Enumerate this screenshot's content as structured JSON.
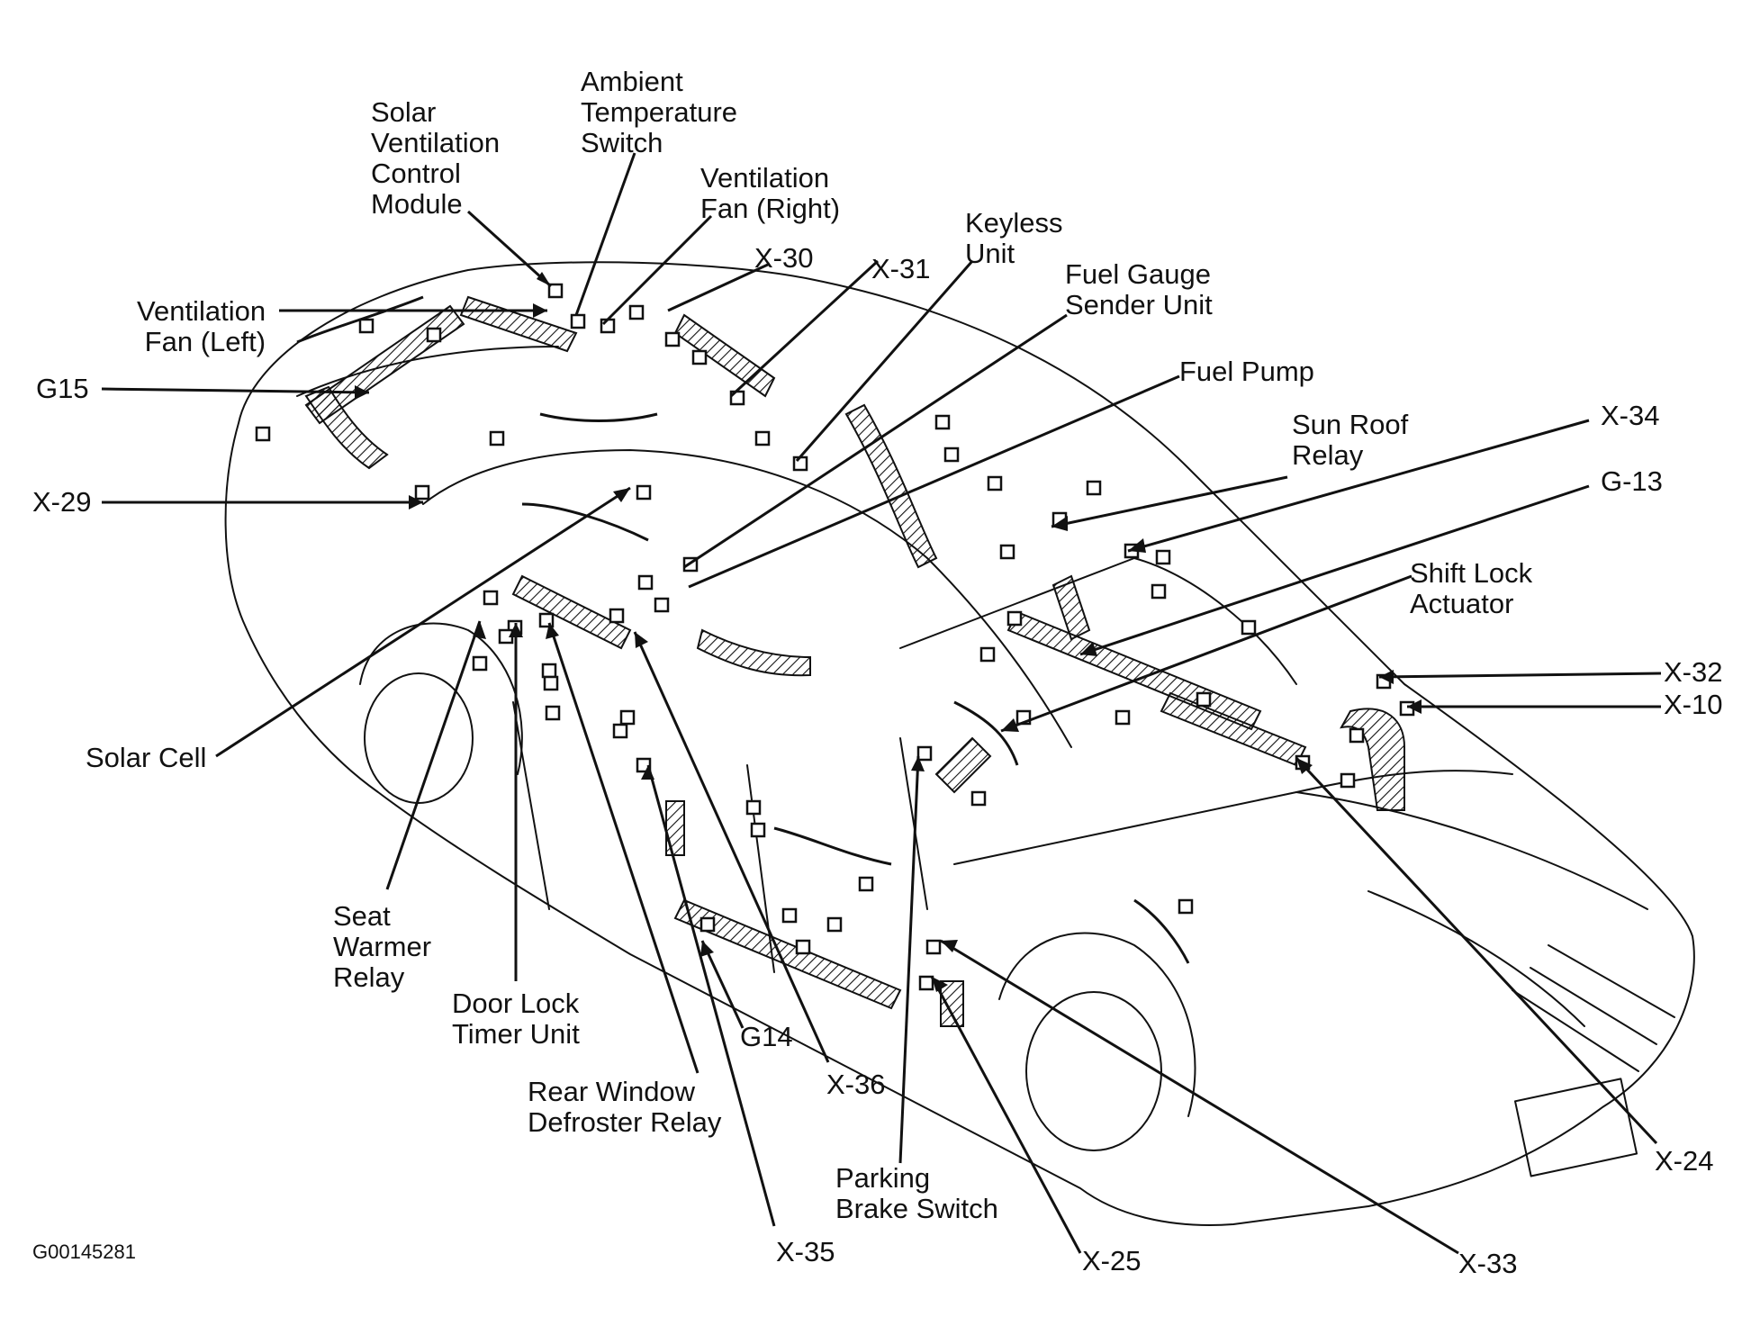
{
  "figure_id": "G00145281",
  "labels": {
    "solar_ventilation_control_module": "Solar\nVentilation\nControl\nModule",
    "ambient_temperature_switch": "Ambient\nTemperature\nSwitch",
    "ventilation_fan_right": "Ventilation\nFan (Right)",
    "x30": "X-30",
    "x31": "X-31",
    "keyless_unit": "Keyless\nUnit",
    "fuel_gauge_sender_unit": "Fuel Gauge\nSender Unit",
    "fuel_pump": "Fuel Pump",
    "sun_roof_relay": "Sun Roof\nRelay",
    "x34": "X-34",
    "g13": "G-13",
    "shift_lock_actuator": "Shift Lock\nActuator",
    "x32": "X-32",
    "x10": "X-10",
    "ventilation_fan_left": "Ventilation\nFan (Left)",
    "g15": "G15",
    "x29": "X-29",
    "solar_cell": "Solar Cell",
    "seat_warmer_relay": "Seat\nWarmer\nRelay",
    "door_lock_timer_unit": "Door Lock\nTimer Unit",
    "rear_window_defroster_relay": "Rear Window\nDefroster Relay",
    "g14": "G14",
    "x36": "X-36",
    "x35": "X-35",
    "parking_brake_switch": "Parking\nBrake Switch",
    "x25": "X-25",
    "x33": "X-33",
    "x24": "X-24"
  }
}
